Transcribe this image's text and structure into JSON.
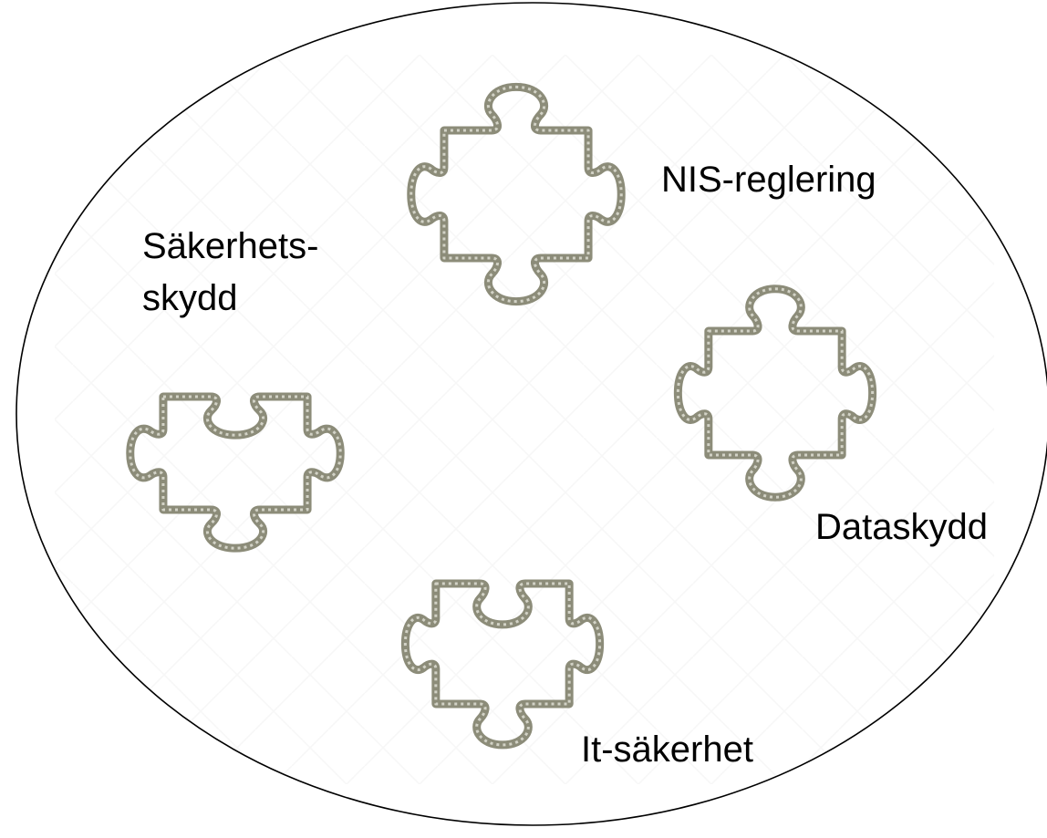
{
  "colors": {
    "background": "#ffffff",
    "ellipse_stroke": "#000000",
    "rope_outer": "#8c8c79",
    "rope_inner": "#d2d2c6",
    "pattern": "#f1f1f1"
  },
  "labels": {
    "nis": "NIS-reglering",
    "sakerhetsskydd_line1": "Säkerhets-",
    "sakerhetsskydd_line2": "skydd",
    "dataskydd": "Dataskydd",
    "it_sakerhet": "It-säkerhet"
  },
  "pieces": [
    {
      "id": "nis",
      "icon": "puzzle-piece-icon"
    },
    {
      "id": "sakerhetsskydd",
      "icon": "puzzle-piece-icon"
    },
    {
      "id": "dataskydd",
      "icon": "puzzle-piece-icon"
    },
    {
      "id": "it-sakerhet",
      "icon": "puzzle-piece-icon"
    }
  ]
}
